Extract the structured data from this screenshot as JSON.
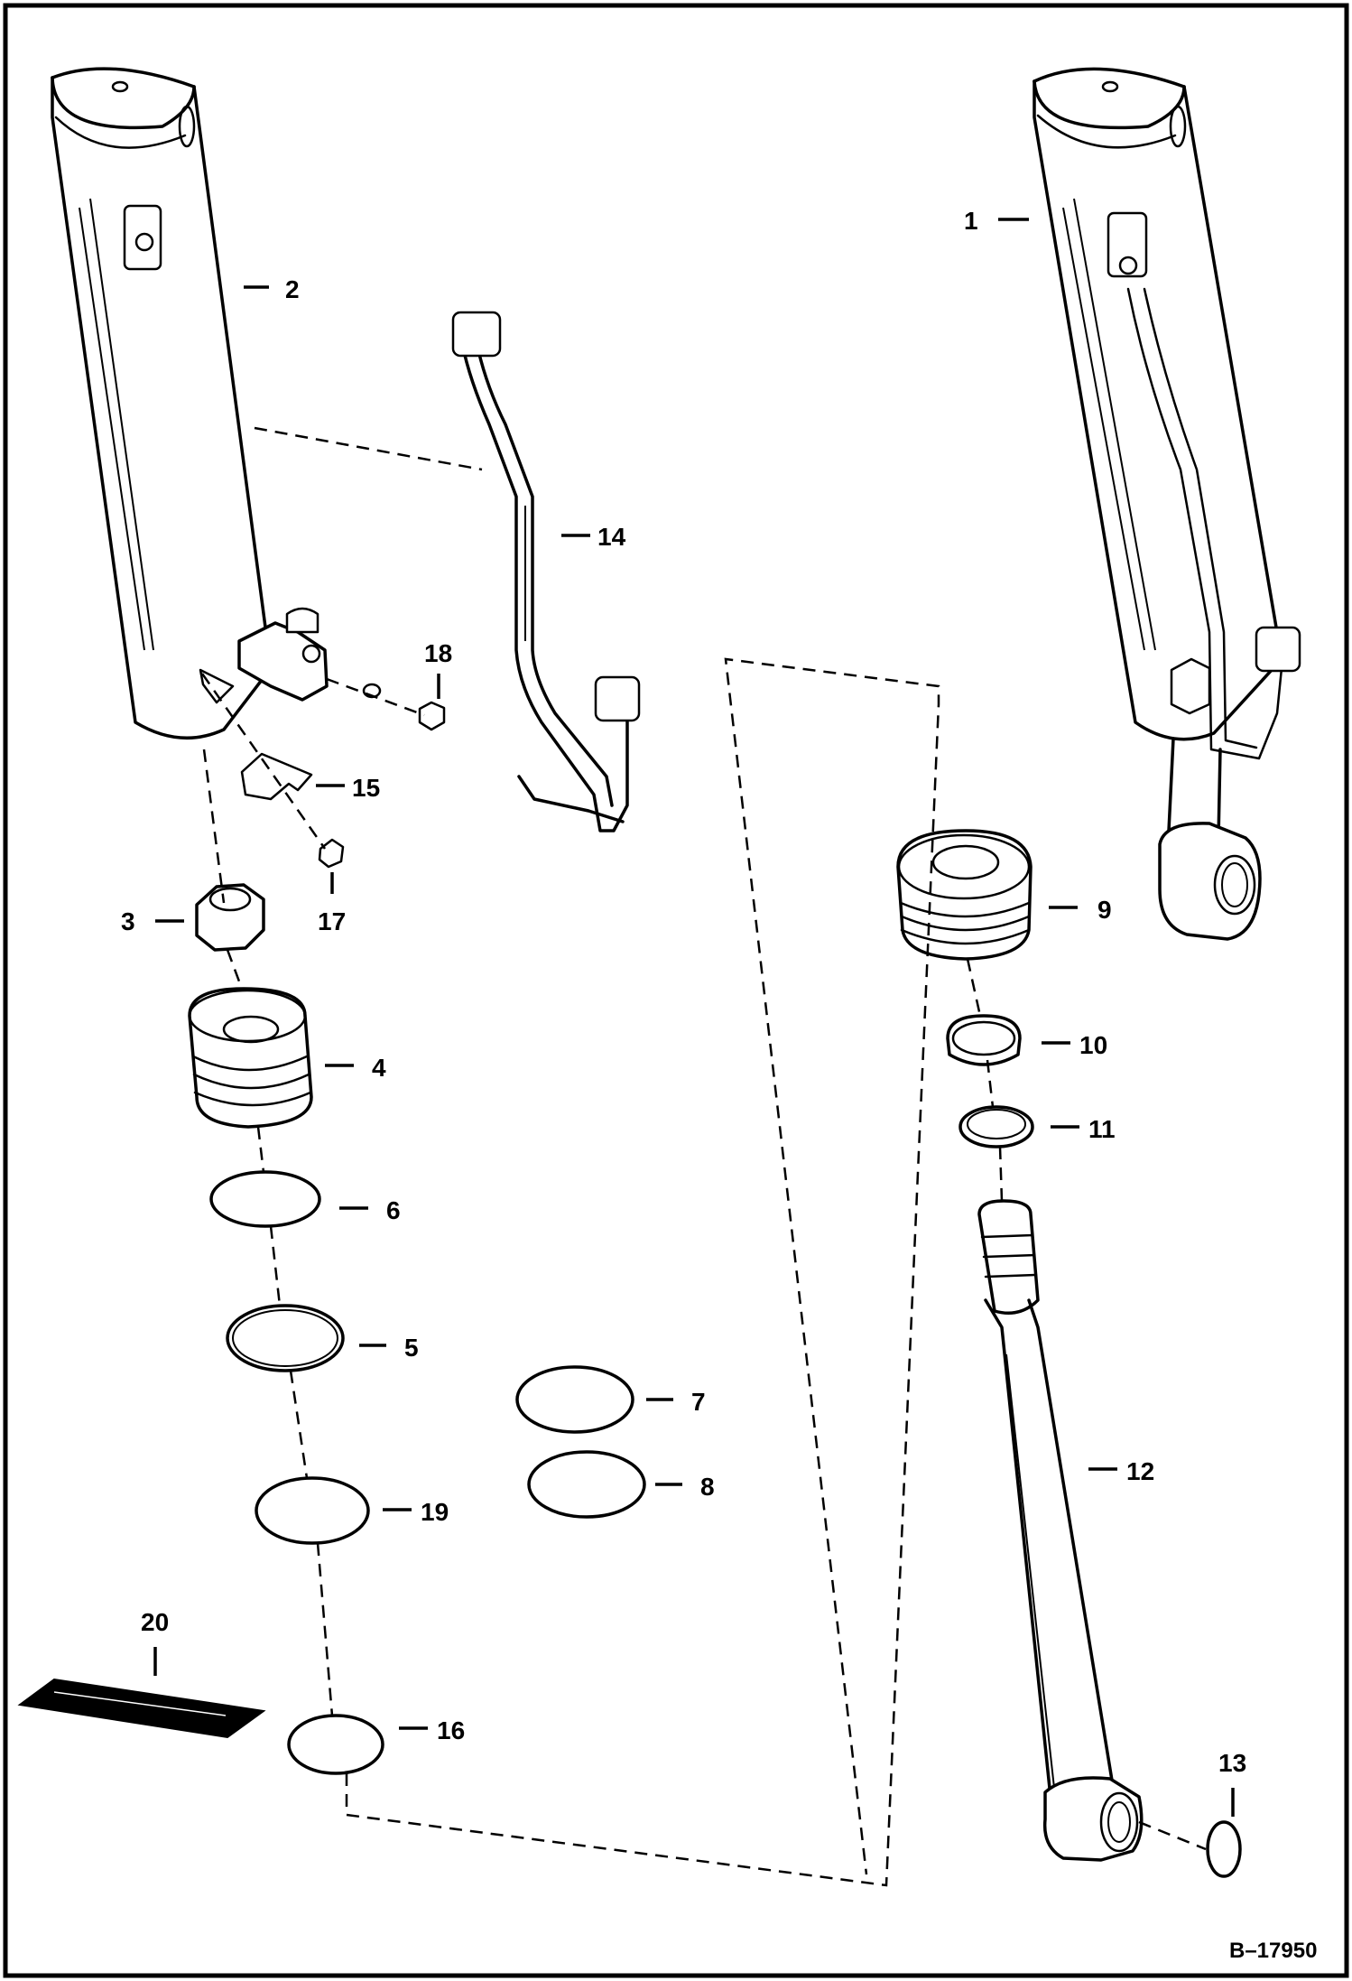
{
  "figure_id": "B–17950",
  "callouts": {
    "c1": "1",
    "c2": "2",
    "c3": "3",
    "c4": "4",
    "c5": "5",
    "c6": "6",
    "c7": "7",
    "c8": "8",
    "c9": "9",
    "c10": "10",
    "c11": "11",
    "c12": "12",
    "c13": "13",
    "c14": "14",
    "c15": "15",
    "c16": "16",
    "c17": "17",
    "c18": "18",
    "c19": "19",
    "c20": "20"
  }
}
